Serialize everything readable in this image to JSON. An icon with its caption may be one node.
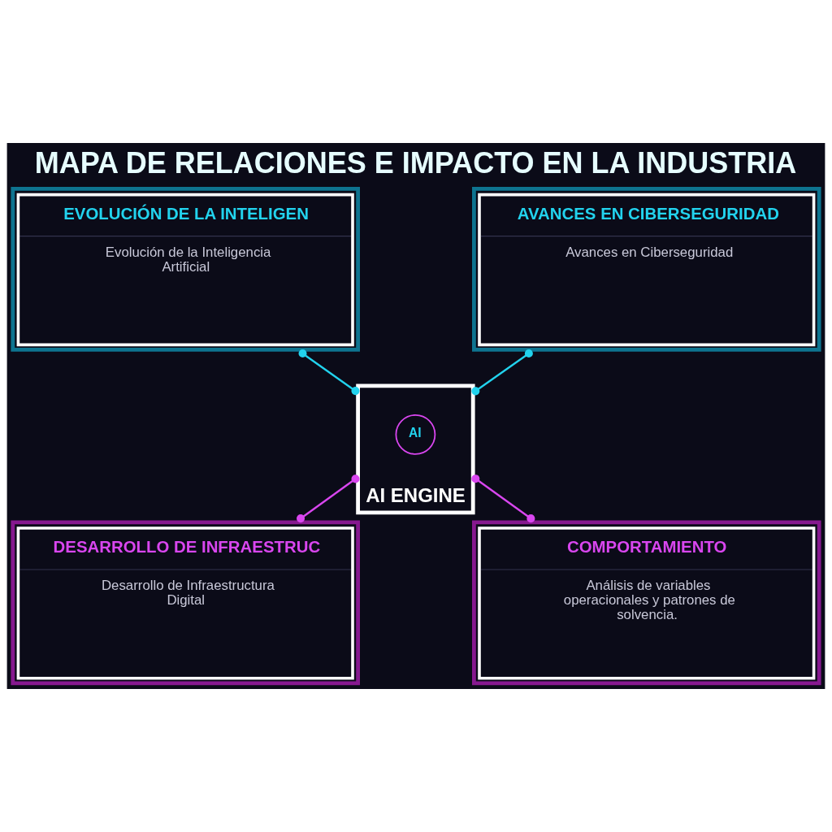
{
  "diagram": {
    "title": "MAPA DE RELACIONES E IMPACTO EN LA INDUSTRIA",
    "nodes": [
      {
        "text": [
          "EVOLUCIÓN DE LA INTELIGEN",
          "Evolución de la Inteligencia Artificial"
        ]
      },
      {
        "text": [
          "AVANCES EN CIBERSEGURIDAD",
          "Avances en Ciberseguridad"
        ]
      },
      {
        "text": [
          "AI ENGINE"
        ]
      },
      {
        "text": [
          "AI"
        ],
        "in": 2
      },
      {
        "text": [
          "DESARROLLO DE INFRAESTRUC",
          "Desarrollo de Infraestructura Digital"
        ]
      },
      {
        "text": [
          "COMPORTAMIENTO",
          "Análisis de variables operacionales y patrones de solvencia."
        ]
      }
    ],
    "edges": [
      {
        "from": 0,
        "to": 2,
        "arrow": "other",
        "color": "#22d3ee"
      },
      {
        "from": 1,
        "to": 2,
        "arrow": "other",
        "color": "#22d3ee"
      },
      {
        "from": 2,
        "to": 4,
        "arrow": "other",
        "color": "#d946ef"
      },
      {
        "from": 2,
        "to": 5,
        "arrow": "other",
        "color": "#d946ef"
      }
    ]
  }
}
